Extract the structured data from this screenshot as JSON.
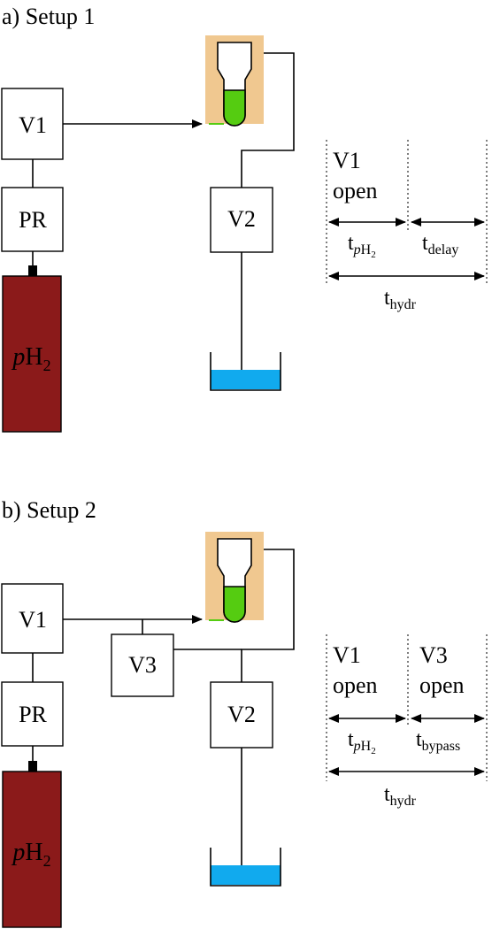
{
  "colors": {
    "cylinder": "#8B1A1A",
    "heater": "#F0C890",
    "liquid_green": "#55CC11",
    "water": "#11AAEE",
    "line": "#000000"
  },
  "setup1": {
    "title": "a) Setup 1",
    "valve1": "V1",
    "regulator": "PR",
    "cylinder_italic": "p",
    "cylinder_main": "H",
    "cylinder_sub": "2",
    "valve2": "V2",
    "timing": {
      "phase1_line1": "V1",
      "phase1_line2": "open",
      "t_ph2_main": "t",
      "t_ph2_italic": "p",
      "t_ph2_sub_h": "H",
      "t_ph2_sub_2": "2",
      "t_delay_main": "t",
      "t_delay_sub": "delay",
      "t_hydr_main": "t",
      "t_hydr_sub": "hydr"
    }
  },
  "setup2": {
    "title": "b) Setup 2",
    "valve1": "V1",
    "regulator": "PR",
    "cylinder_italic": "p",
    "cylinder_main": "H",
    "cylinder_sub": "2",
    "valve2": "V2",
    "valve3": "V3",
    "timing": {
      "phase1_line1": "V1",
      "phase1_line2": "open",
      "phase2_line1": "V3",
      "phase2_line2": "open",
      "t_ph2_main": "t",
      "t_ph2_italic": "p",
      "t_ph2_sub_h": "H",
      "t_ph2_sub_2": "2",
      "t_bypass_main": "t",
      "t_bypass_sub": "bypass",
      "t_hydr_main": "t",
      "t_hydr_sub": "hydr"
    }
  }
}
